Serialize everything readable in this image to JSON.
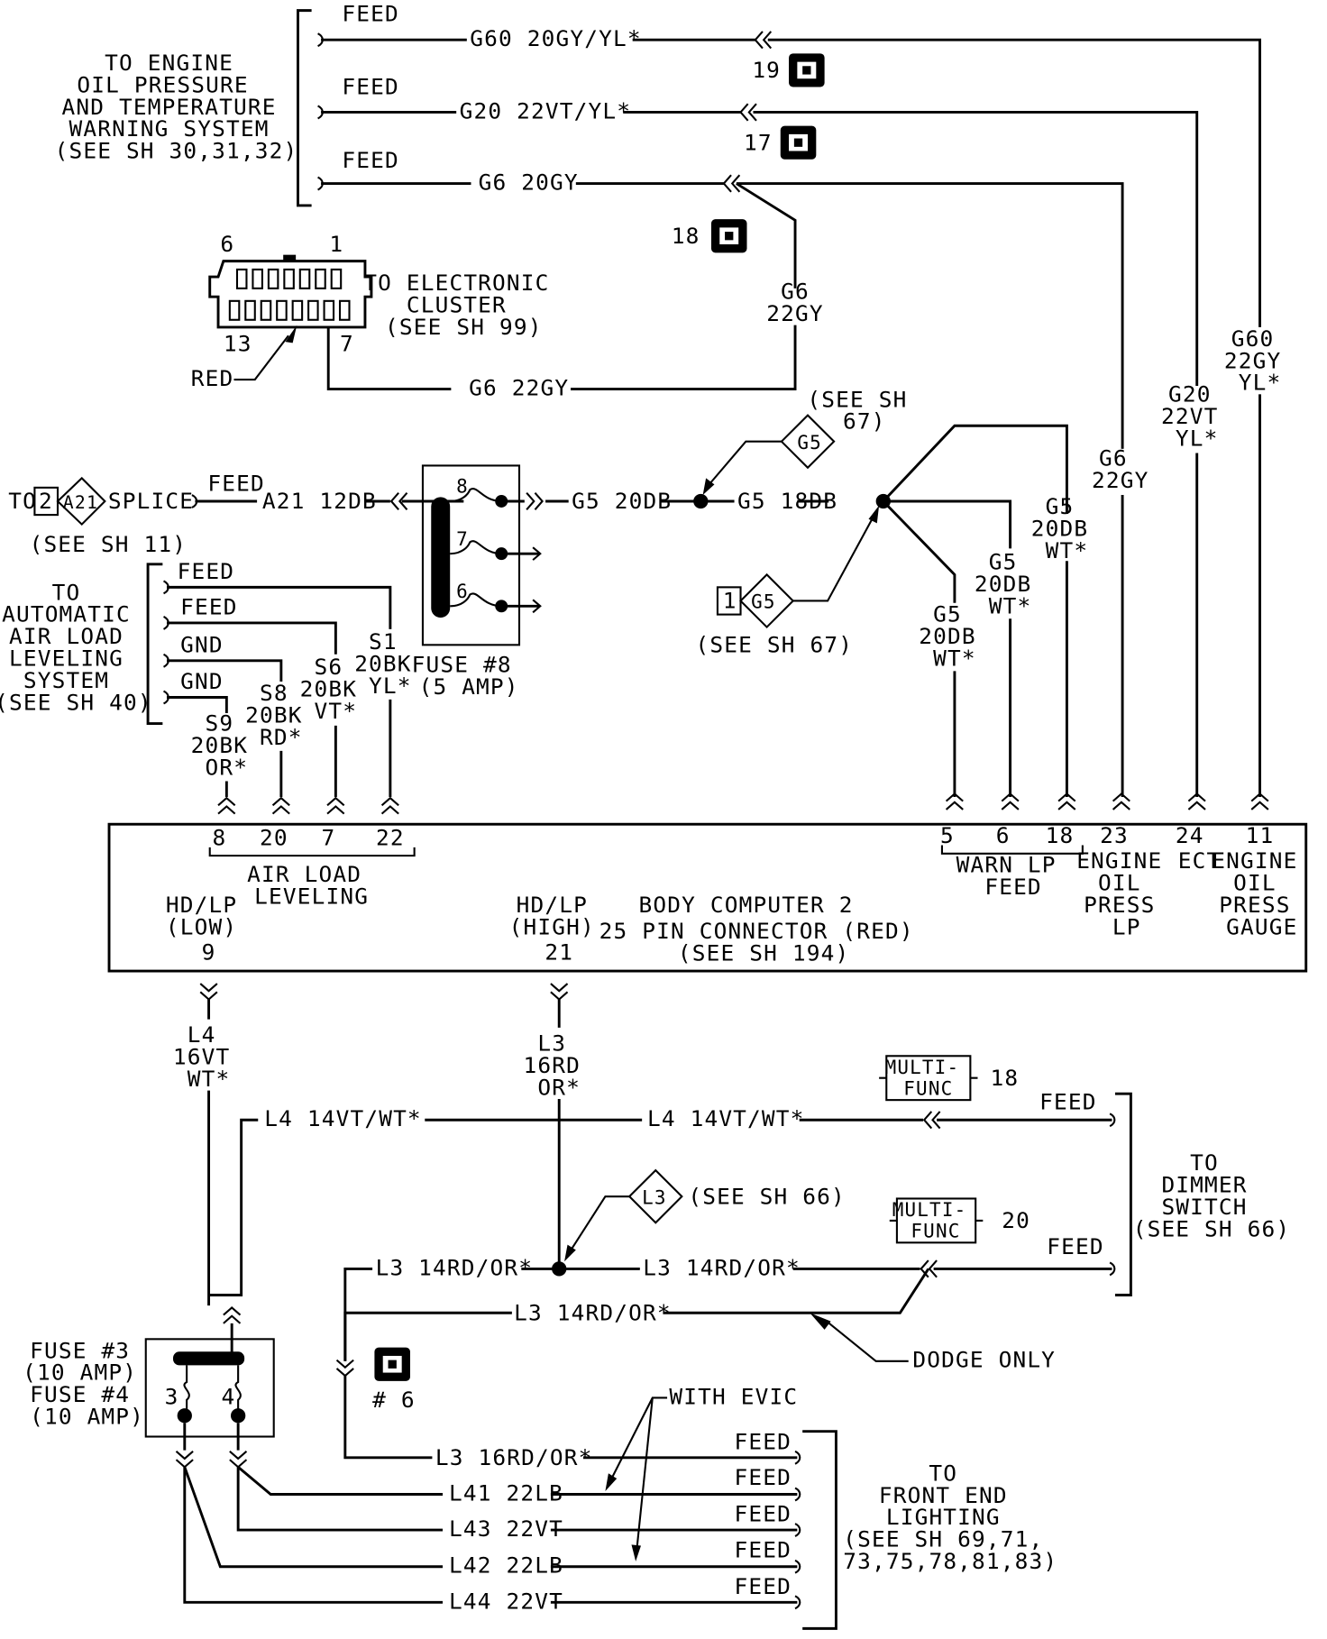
{
  "feed": "FEED",
  "gnd": "GND",
  "top": {
    "oil_sys": [
      "TO ENGINE",
      "OIL PRESSURE",
      "AND TEMPERATURE",
      "WARNING SYSTEM",
      "(SEE SH 30,31,32)"
    ],
    "w_g60": "G60 20GY/YL*",
    "w_g20": "G20 22VT/YL*",
    "w_g6": "G6 20GY",
    "c19": "19",
    "c17": "17",
    "c18": "18",
    "g6v": [
      "G6",
      "22GY"
    ],
    "g6_22": "G6 22GY",
    "g60v": [
      "G60",
      "22GY",
      "YL*"
    ],
    "g20v": [
      "G20",
      "22VT",
      "YL*"
    ],
    "g6v2": [
      "G6",
      "22GY"
    ]
  },
  "cluster": {
    "pin6": "6",
    "pin1": "1",
    "pin13": "13",
    "pin7": "7",
    "label": [
      "TO ELECTRONIC",
      "CLUSTER",
      "(SEE SH 99)"
    ],
    "red": "RED"
  },
  "fuse8": {
    "to": "TO",
    "num": "2",
    "sym": "A21",
    "splice": "SPLICE",
    "see11": "(SEE SH 11)",
    "a21": "A21 12DB",
    "p8": "8",
    "p7": "7",
    "p6": "6",
    "label": [
      "FUSE #8",
      "(5 AMP)"
    ],
    "g5_20": "G5 20DB",
    "g5_18": "G5 18DB",
    "see67a": [
      "(SEE SH",
      "67)"
    ],
    "g5": "G5",
    "one": "1",
    "see67b": "(SEE SH 67)",
    "g5a": [
      "G5",
      "20DB",
      "WT*"
    ]
  },
  "airload": {
    "label": [
      "TO",
      "AUTOMATIC",
      "AIR LOAD",
      "LEVELING",
      "SYSTEM",
      "(SEE SH 40)"
    ],
    "s1": [
      "S1",
      "20BK",
      "YL*"
    ],
    "s6": [
      "S6",
      "20BK",
      "VT*"
    ],
    "s8": [
      "S8",
      "20BK",
      "RD*"
    ],
    "s9": [
      "S9",
      "20BK",
      "OR*"
    ]
  },
  "bc": {
    "pins": [
      "8",
      "20",
      "7",
      "22"
    ],
    "airload": [
      "AIR LOAD",
      "LEVELING"
    ],
    "hdlo": [
      "HD/LP",
      "(LOW)",
      "9"
    ],
    "hdhi": [
      "HD/LP",
      "(HIGH)",
      "21"
    ],
    "title": [
      "BODY COMPUTER 2",
      "25 PIN CONNECTOR (RED)",
      "(SEE SH 194)"
    ],
    "rpins": [
      "5",
      "6",
      "18",
      "23",
      "24",
      "11"
    ],
    "warn": [
      "WARN LP",
      "FEED"
    ],
    "eng1": [
      "ENGINE",
      "OIL",
      "PRESS",
      "LP"
    ],
    "ect": "ECT",
    "eng2": [
      "ENGINE",
      "OIL",
      "PRESS",
      "GAUGE"
    ]
  },
  "bottom": {
    "l4v": [
      "L4",
      "16VT",
      "WT*"
    ],
    "l3v": [
      "L3",
      "16RD",
      "OR*"
    ],
    "mf": [
      "MULTI-",
      "FUNC"
    ],
    "mf18": "18",
    "mf20": "20",
    "l4_14a": "L4 14VT/WT*",
    "l4_14b": "L4 14VT/WT*",
    "dimmer": [
      "TO",
      "DIMMER",
      "SWITCH",
      "(SEE SH 66)"
    ],
    "l3": "L3",
    "see66": "(SEE SH 66)",
    "l3_14a": "L3 14RD/OR*",
    "l3_14b": "L3 14RD/OR*",
    "l3_14c": "L3 14RD/OR*",
    "dodge": "DODGE ONLY",
    "fuse34": [
      "FUSE #3",
      "(10 AMP)",
      "FUSE #4",
      "(10 AMP)"
    ],
    "p3": "3",
    "p4": "4",
    "c6": "# 6",
    "evic": "WITH EVIC",
    "l3_16": "L3 16RD/OR*",
    "l41": "L41 22LB",
    "l43": "L43 22VT",
    "l42": "L42 22LB",
    "l44": "L44 22VT",
    "front": [
      "TO",
      "FRONT END",
      "LIGHTING",
      "(SEE SH 69,71,",
      "73,75,78,81,83)"
    ]
  }
}
